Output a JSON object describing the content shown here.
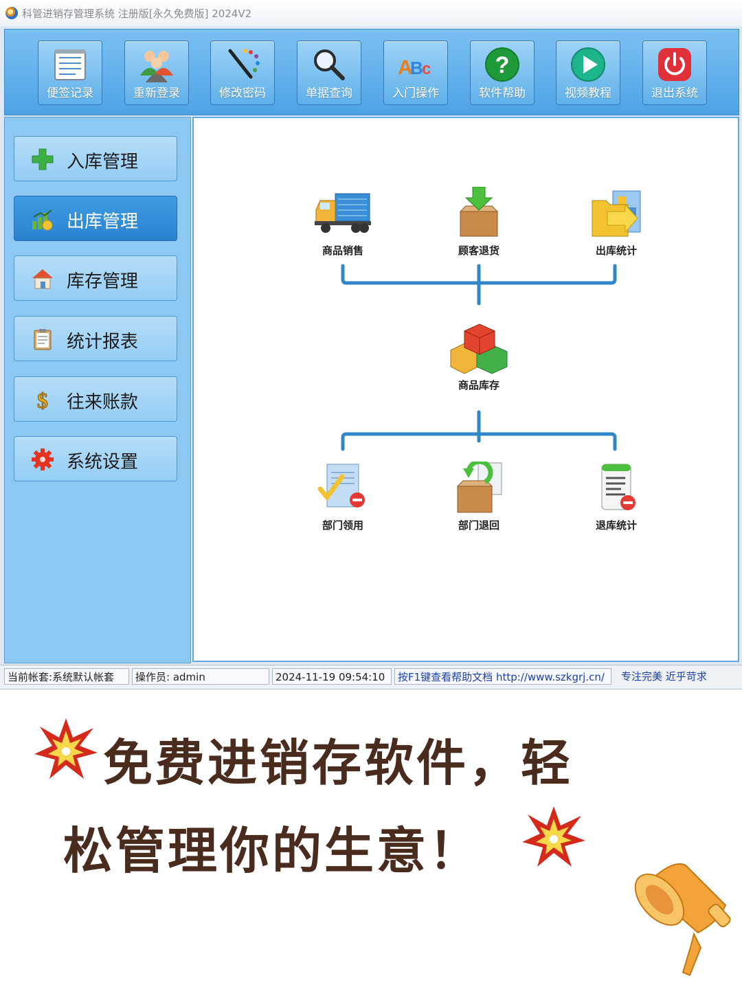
{
  "window": {
    "title": "科管进销存管理系统 注册版[永久免费版] 2024V2"
  },
  "toolbar": {
    "items": [
      {
        "label": "便签记录",
        "icon": "notepad-icon"
      },
      {
        "label": "重新登录",
        "icon": "users-icon"
      },
      {
        "label": "修改密码",
        "icon": "pen-icon"
      },
      {
        "label": "单据查询",
        "icon": "magnifier-icon"
      },
      {
        "label": "入门操作",
        "icon": "abc-icon"
      },
      {
        "label": "软件帮助",
        "icon": "help-icon"
      },
      {
        "label": "视频教程",
        "icon": "play-icon"
      },
      {
        "label": "退出系统",
        "icon": "power-icon"
      }
    ]
  },
  "sidebar": {
    "active_index": 1,
    "items": [
      {
        "label": "入库管理",
        "icon": "plus-icon"
      },
      {
        "label": "出库管理",
        "icon": "money-chart-icon"
      },
      {
        "label": "库存管理",
        "icon": "house-icon"
      },
      {
        "label": "统计报表",
        "icon": "clipboard-icon"
      },
      {
        "label": "往来账款",
        "icon": "dollar-icon"
      },
      {
        "label": "系统设置",
        "icon": "gear-icon"
      }
    ]
  },
  "flow": {
    "top": [
      {
        "label": "商品销售",
        "icon": "truck-icon"
      },
      {
        "label": "顾客退货",
        "icon": "box-arrow-down-icon"
      },
      {
        "label": "出库统计",
        "icon": "folder-arrow-icon"
      }
    ],
    "center": {
      "label": "商品库存",
      "icon": "cubes-icon"
    },
    "bottom": [
      {
        "label": "部门领用",
        "icon": "doc-check-icon"
      },
      {
        "label": "部门退回",
        "icon": "box-return-icon"
      },
      {
        "label": "退库统计",
        "icon": "list-minus-icon"
      }
    ]
  },
  "status": {
    "account": "当前帐套:系统默认帐套",
    "operator": "操作员: admin",
    "datetime": "2024-11-19 09:54:10",
    "help": "按F1键查看帮助文档 http://www.szkgrj.cn/",
    "slogan": "专注完美 近乎苛求"
  },
  "caption": {
    "line1": "免费进销存软件，轻",
    "line2": "松管理你的生意！"
  },
  "colors": {
    "toolbar_blue": "#5fb0ea",
    "sidebar_blue": "#8cc8f2",
    "active_blue": "#2a82cf",
    "flow_line": "#2f86c8",
    "caption_brown": "#4a2c1e"
  }
}
